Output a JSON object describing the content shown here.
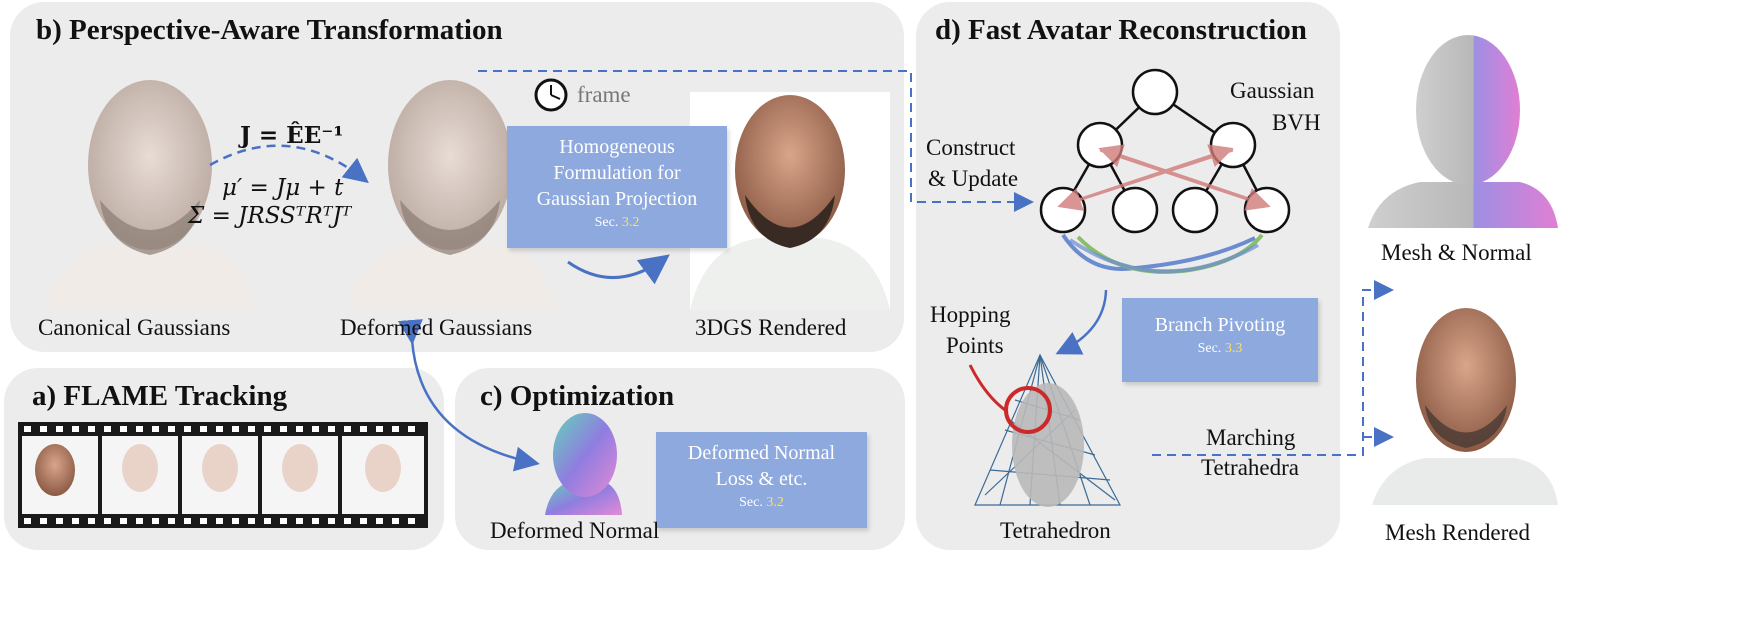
{
  "panels": {
    "b": {
      "title": "b) Perspective-Aware Transformation"
    },
    "a": {
      "title": "a) FLAME Tracking"
    },
    "c": {
      "title": "c) Optimization"
    },
    "d": {
      "title": "d)  Fast Avatar Reconstruction"
    }
  },
  "captions": {
    "canonical": "Canonical Gaussians",
    "deformed": "Deformed Gaussians",
    "rendered": "3DGS Rendered",
    "deformed_normal": "Deformed Normal",
    "frame": "frame",
    "construct": "Construct",
    "update": "& Update",
    "gaussian": "Gaussian",
    "bvh": "BVH",
    "hopping": "Hopping",
    "points": "Points",
    "tetrahedron": "Tetrahedron",
    "marching": "Marching",
    "tetrahedra": "Tetrahedra",
    "mesh_normal": "Mesh & Normal",
    "mesh_rendered": "Mesh Rendered"
  },
  "math": {
    "j": "J = ÊE⁻¹",
    "mu": "μ′ = Jμ + t",
    "sigma": "Σ = JRSSᵀRᵀJᵀ"
  },
  "notes": {
    "homogeneous": {
      "text1": "Homogeneous",
      "text2": "Formulation for",
      "text3": "Gaussian Projection",
      "sec": "Sec. ",
      "num": "3.2"
    },
    "branch": {
      "text1": "Branch Pivoting",
      "sec": "Sec. ",
      "num": "3.3"
    },
    "normal_loss": {
      "text1": "Deformed Normal",
      "text2": "Loss & etc.",
      "sec": "Sec. ",
      "num": "3.2"
    }
  },
  "colors": {
    "panel": "#ececec",
    "note": "#8ea9de",
    "arrow": "#4a72c4",
    "section_num": "#ffe05a"
  }
}
